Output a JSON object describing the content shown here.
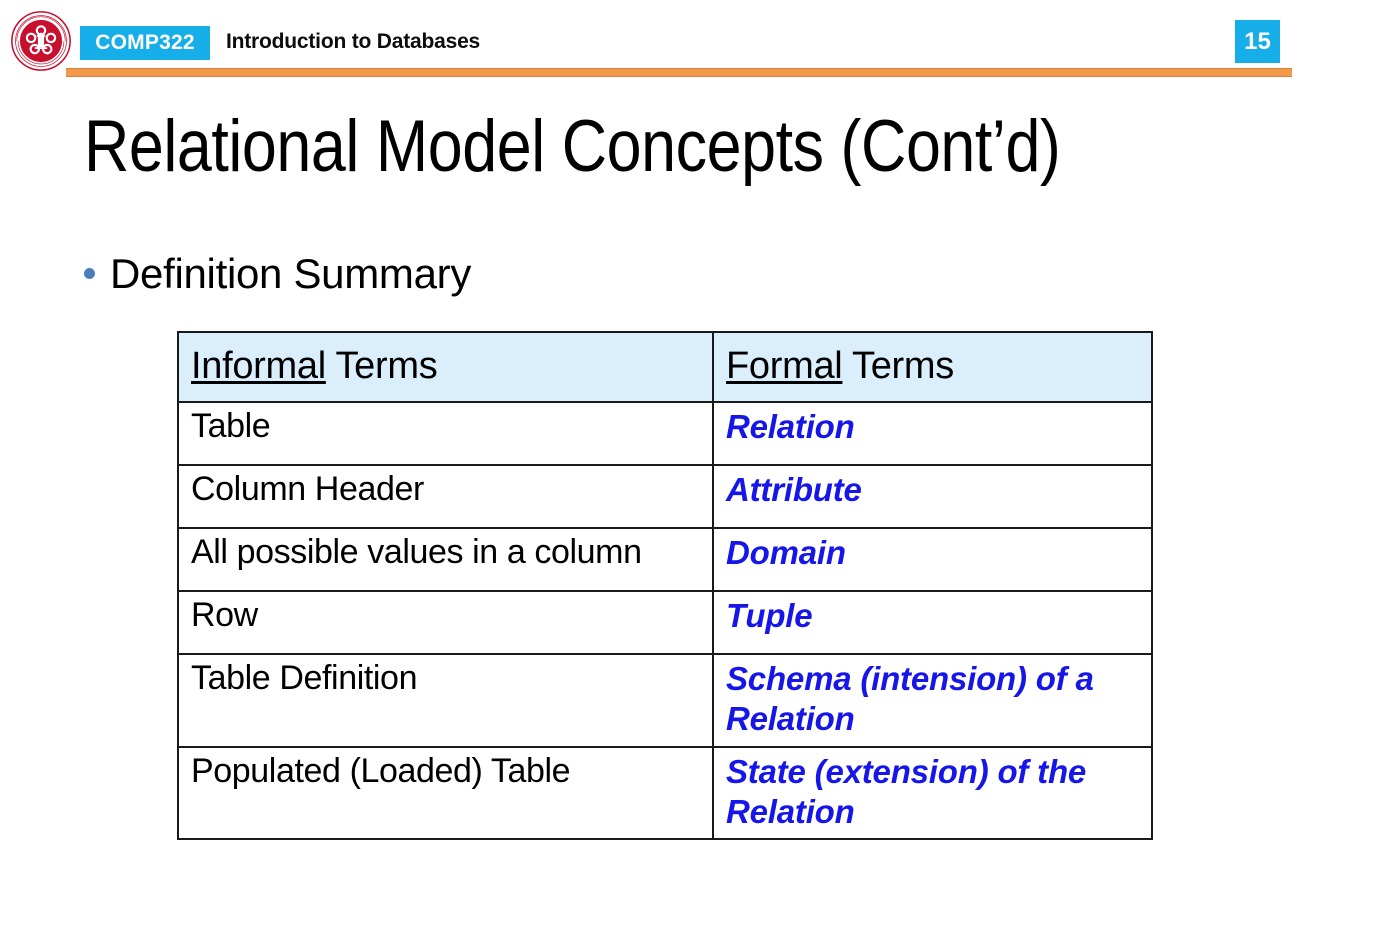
{
  "header": {
    "logo_name": "kyungpook-national-university-seal",
    "course_code": "COMP322",
    "course_title": "Introduction to Databases",
    "page_number": "15",
    "accent_color": "#16AEE8",
    "rule_color": "#F2994A"
  },
  "title": "Relational Model Concepts (Cont’d)",
  "bullets": [
    {
      "text": "Definition Summary",
      "bullet_color": "#4A7EBB"
    }
  ],
  "table": {
    "header_bg": "#DAEFFB",
    "formal_text_color": "#1616E8",
    "columns": [
      {
        "underlined": "Informal",
        "rest": " Terms"
      },
      {
        "underlined": "Formal",
        "rest": " Terms"
      }
    ],
    "rows": [
      {
        "informal": "Table",
        "formal": "Relation"
      },
      {
        "informal": "Column Header",
        "formal": "Attribute"
      },
      {
        "informal": "All possible values in a column",
        "formal": "Domain"
      },
      {
        "informal": "Row",
        "formal": "Tuple"
      },
      {
        "informal": "Table Definition",
        "formal": "Schema (intension) of a Relation"
      },
      {
        "informal": "Populated (Loaded) Table",
        "formal": "State (extension) of the Relation"
      }
    ]
  }
}
